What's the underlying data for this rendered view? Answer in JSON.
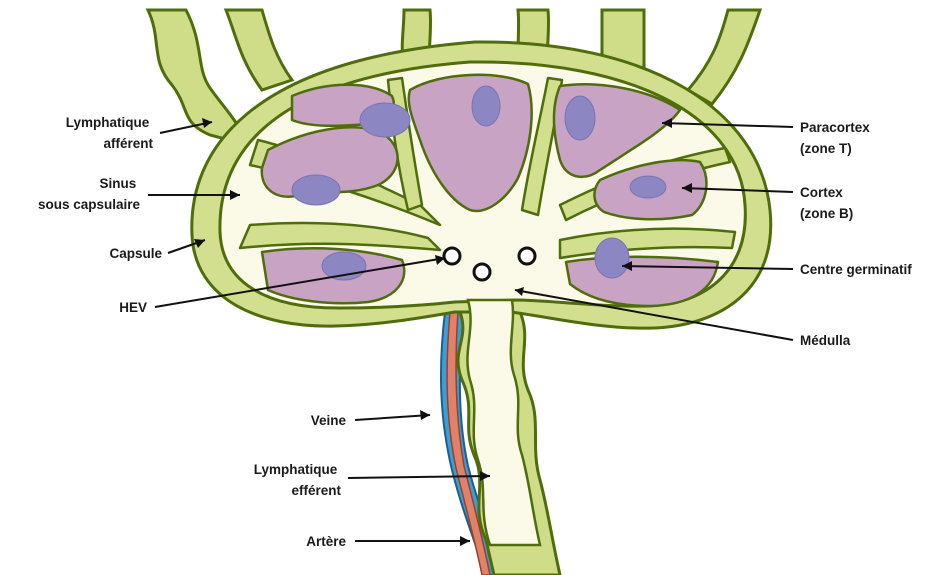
{
  "labels": {
    "lymphatique_afferent": [
      "Lymphatique",
      "afférent"
    ],
    "sinus_sous_capsulaire": [
      "Sinus",
      "sous capsulaire"
    ],
    "capsule": [
      "Capsule"
    ],
    "hev": [
      "HEV"
    ],
    "veine": [
      "Veine"
    ],
    "lymphatique_efferent": [
      "Lymphatique",
      "efférent"
    ],
    "artere": [
      "Artère"
    ],
    "paracortex": [
      "Paracortex",
      "(zone T)"
    ],
    "cortex": [
      "Cortex",
      "(zone B)"
    ],
    "centre_germinatif": [
      "Centre germinatif"
    ],
    "medulla": [
      "Médulla"
    ]
  },
  "colors": {
    "capsule": "#d2df8f",
    "outline": "#4f6d0c",
    "sinus": "#fbf9e7",
    "cortex": "#c9a3c3",
    "germinal_center": "#8c86c2",
    "vein": "#3a9fd6",
    "artery": "#e0826a"
  }
}
